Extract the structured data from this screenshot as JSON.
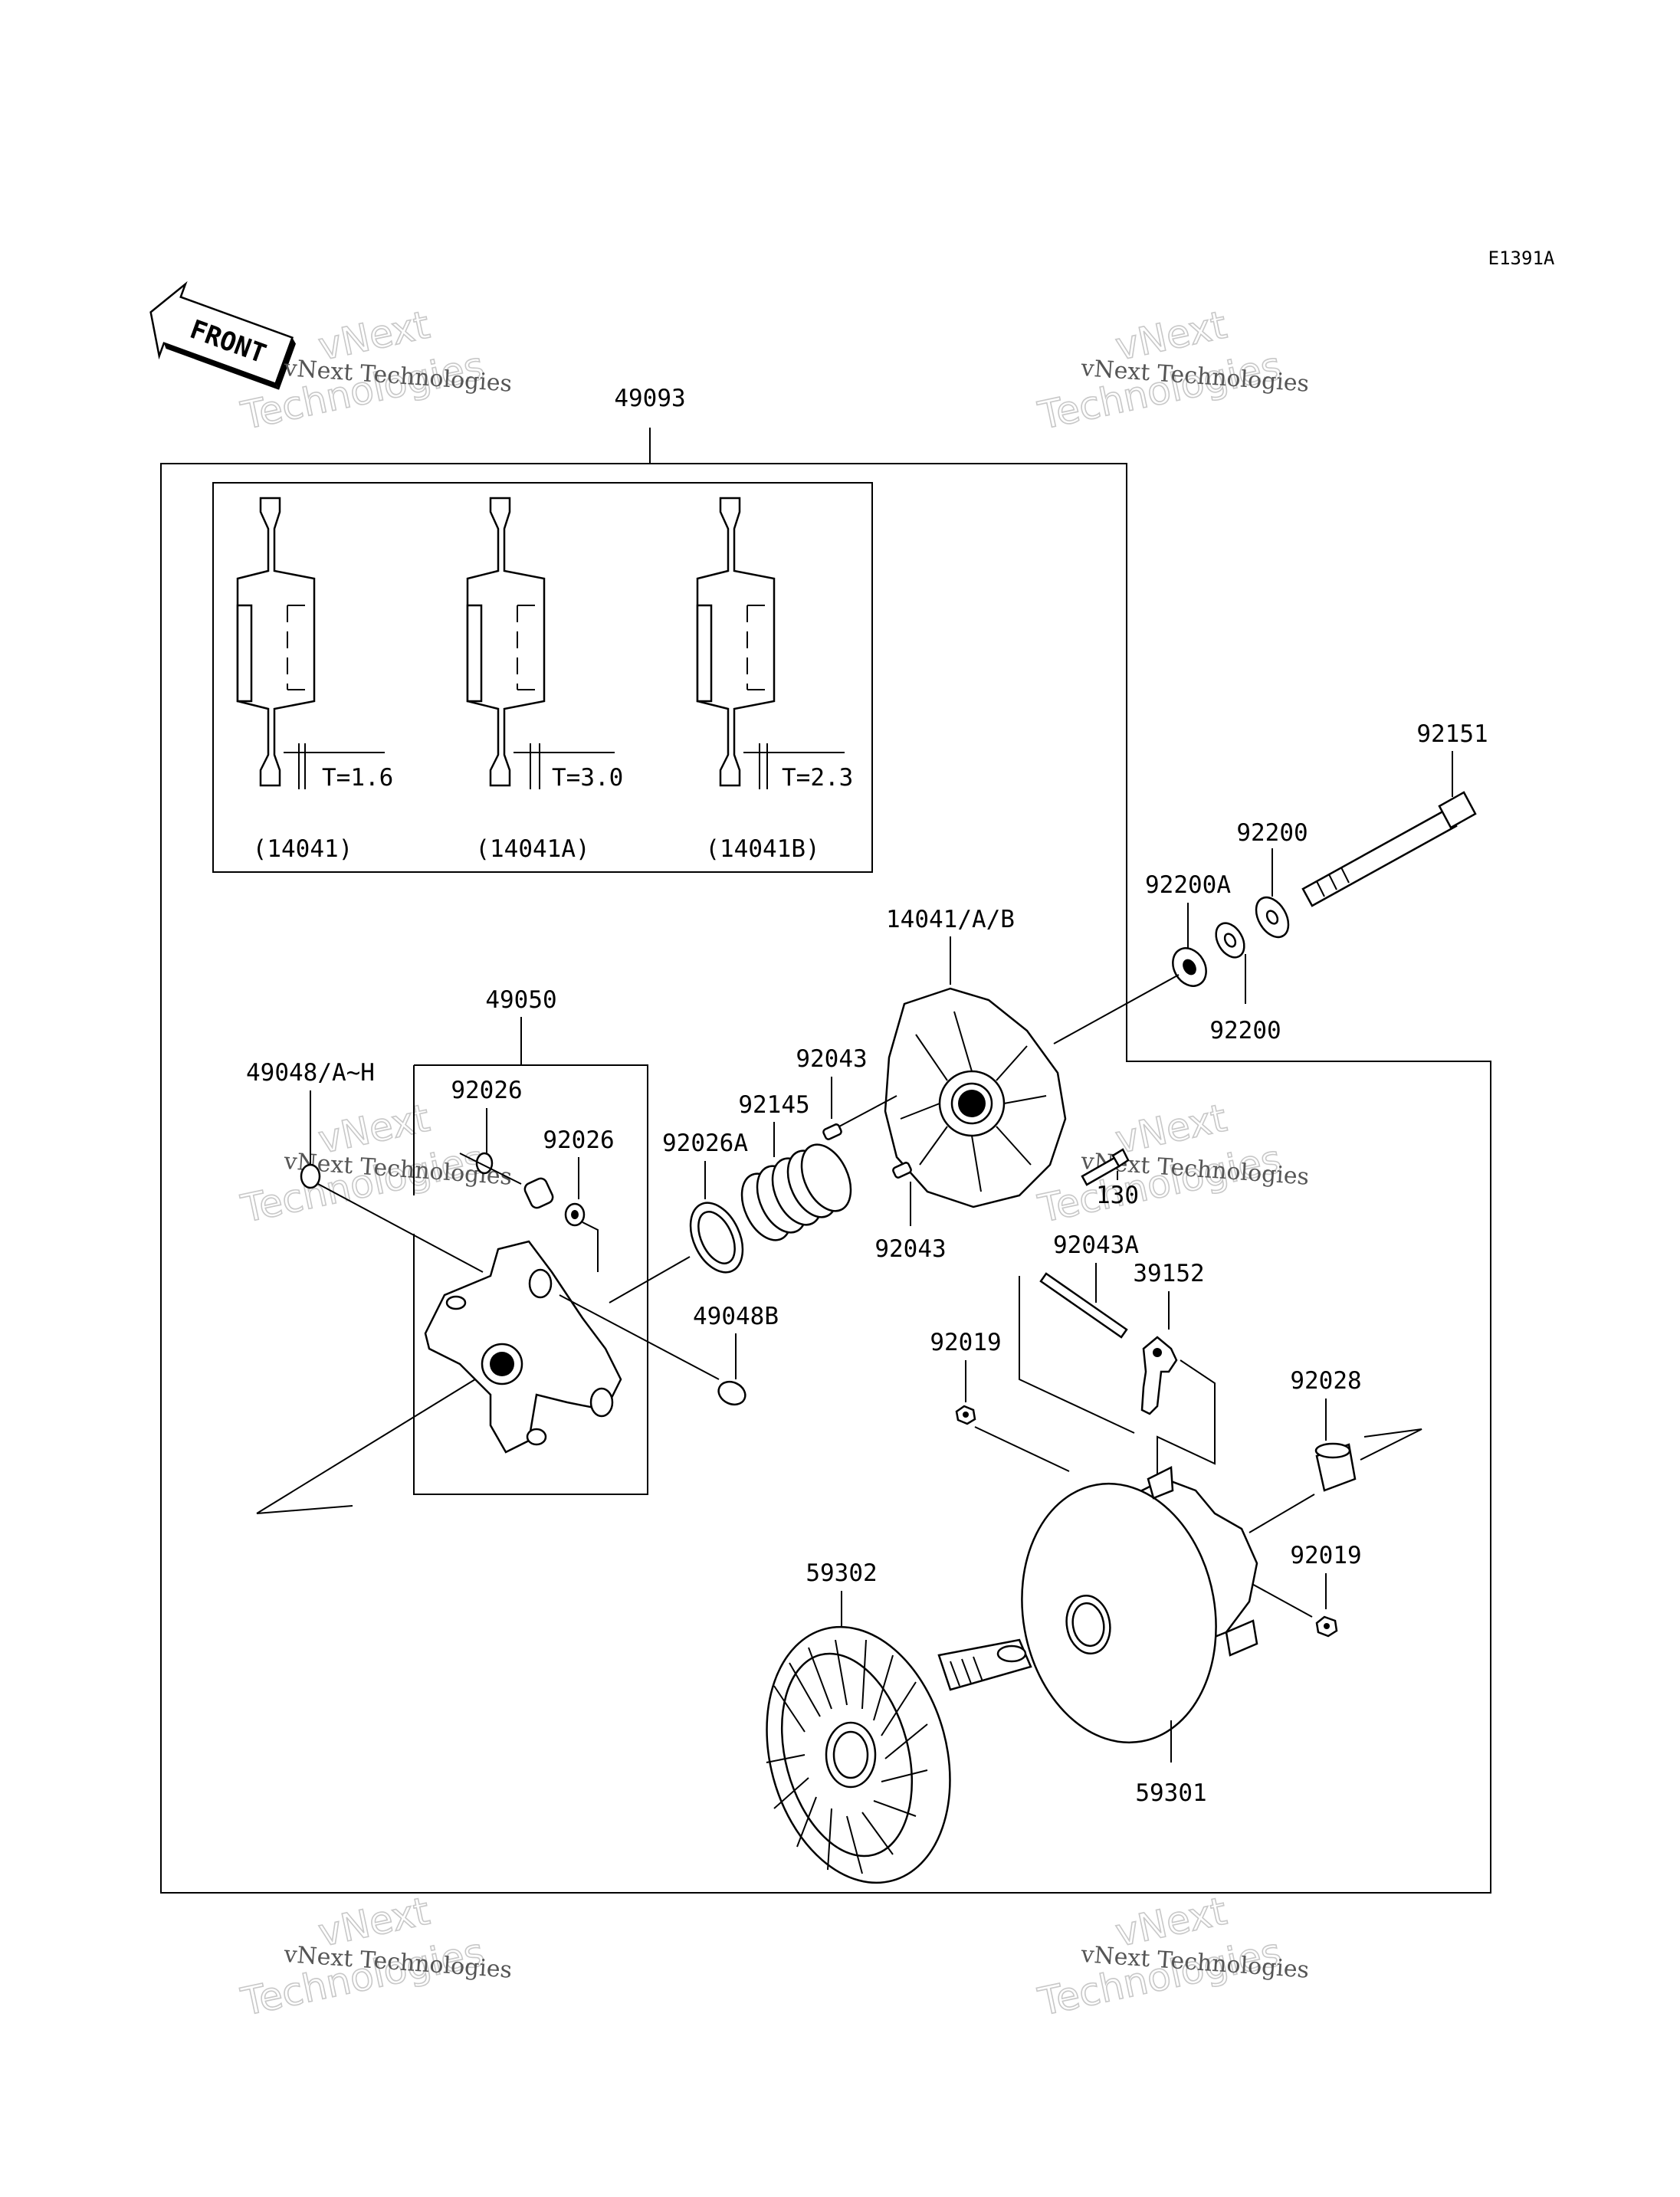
{
  "diagram_code": "E1391A",
  "front_arrow_label": "FRONT",
  "watermark_line1": "vNext Technologies",
  "watermark_line2": "vNext Technologies",
  "labels": {
    "l49093": "49093",
    "l92151": "92151",
    "l92200_top": "92200",
    "l92200a": "92200A",
    "l92200_bot": "92200",
    "l14041ab": "14041/A/B",
    "l49050": "49050",
    "l49048ah": "49048/A~H",
    "l92026a_lbl1": "92026",
    "l92026_lbl2": "92026",
    "l92043_top": "92043",
    "l92145": "92145",
    "l92026a": "92026A",
    "l92043_bot": "92043",
    "l130": "130",
    "l92043a": "92043A",
    "l39152": "39152",
    "l49048b": "49048B",
    "l92019_left": "92019",
    "l92028": "92028",
    "l92019_right": "92019",
    "l59302": "59302",
    "l59301": "59301"
  },
  "inset": {
    "shims": [
      {
        "thickness": "T=1.6",
        "part": "(14041)"
      },
      {
        "thickness": "T=3.0",
        "part": "(14041A)"
      },
      {
        "thickness": "T=2.3",
        "part": "(14041B)"
      }
    ]
  }
}
